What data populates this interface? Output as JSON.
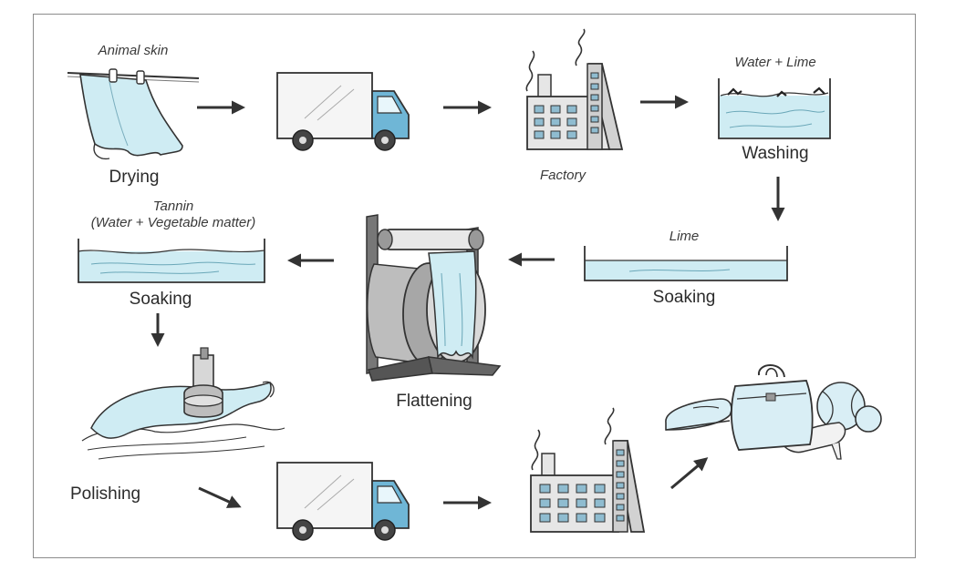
{
  "labels": {
    "animal_skin": "Animal skin",
    "drying": "Drying",
    "factory": "Factory",
    "water_lime": "Water + Lime",
    "washing": "Washing",
    "lime": "Lime",
    "soaking_lime": "Soaking",
    "flattening": "Flattening",
    "tannin_line1": "Tannin",
    "tannin_line2": "(Water + Vegetable matter)",
    "soaking_tannin": "Soaking",
    "polishing": "Polishing"
  },
  "colors": {
    "water": "#cfecf3",
    "water_line": "#6aa7b8",
    "stroke": "#333333",
    "truck_cab": "#6fb6d6",
    "factory_wall": "#e6e6e6",
    "factory_window": "#8fbcd0",
    "arrow": "#333333",
    "product": "#d9eef5"
  }
}
